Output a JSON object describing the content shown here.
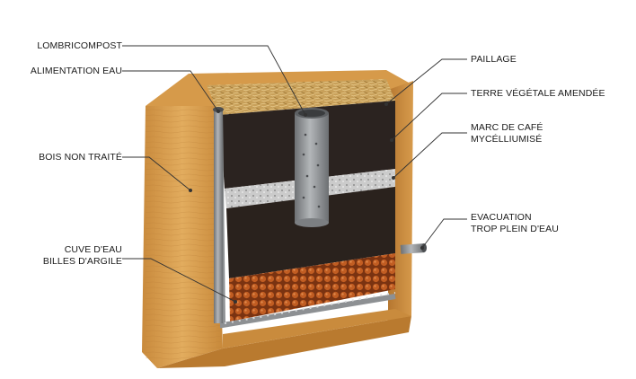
{
  "labels": {
    "lombricompost": "LOMBRICOMPOST",
    "alimentation_eau": "ALIMENTATION EAU",
    "bois_non_traite": "BOIS NON TRAITÉ",
    "cuve_eau": "CUVE D'EAU",
    "billes_argile": "BILLES D'ARGILE",
    "paillage": "PAILLAGE",
    "terre_vegetale": "TERRE VÉGÉTALE AMENDÉE",
    "marc_cafe_1": "MARC DE CAFÉ",
    "marc_cafe_2": "MYCÉLLIUMISÉ",
    "evacuation_1": "EVACUATION",
    "evacuation_2": "TROP PLEIN D'EAU"
  },
  "colors": {
    "wood": "#d9a04f",
    "wood_dark": "#b97a2f",
    "soil": "#2a211c",
    "mulch": "#c9a25a",
    "coffee_layer": "#cfcfcf",
    "clay_balls": "#b8561f",
    "pipe": "#8a8d90",
    "leader_line": "#333333"
  }
}
